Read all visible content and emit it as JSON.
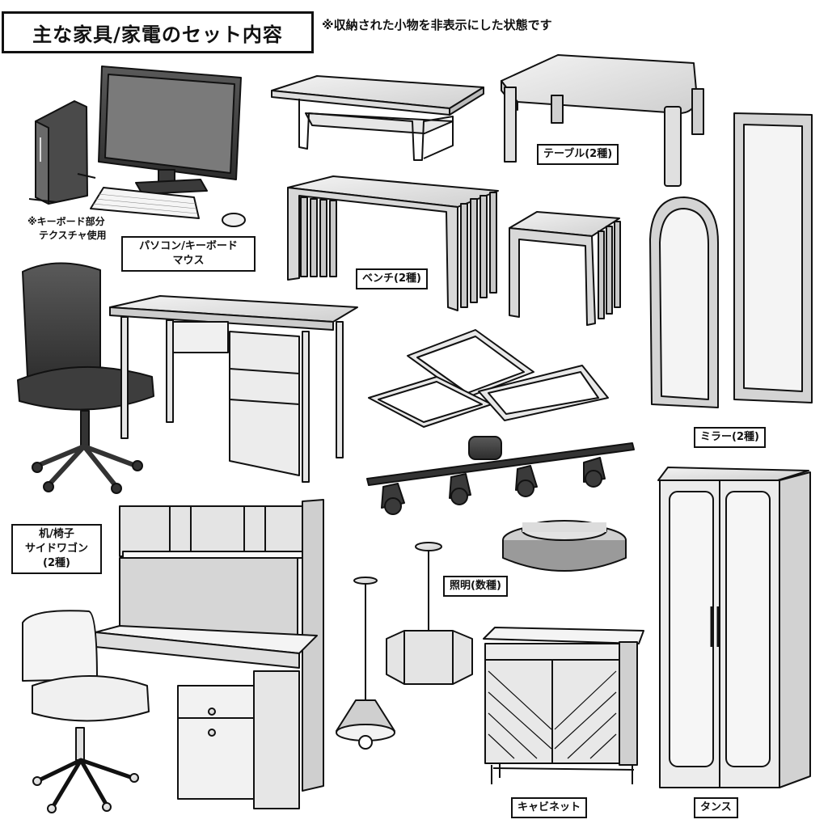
{
  "header": {
    "title": "主な家具/家電のセット内容",
    "note": "※収納された小物を非表示にした状態です"
  },
  "items": {
    "pc": {
      "label_line1": "パソコン/キーボード",
      "label_line2": "マウス",
      "note_line1": "※キーボード部分",
      "note_line2": "テクスチャ使用"
    },
    "table": {
      "label": "テーブル(2種)"
    },
    "bench": {
      "label": "ベンチ(2種)"
    },
    "mirror": {
      "label": "ミラー(2種)"
    },
    "desk": {
      "label_line1": "机/椅子",
      "label_line2": "サイドワゴン",
      "label_line3": "(2種)"
    },
    "lighting": {
      "label": "照明(数種)"
    },
    "cabinet": {
      "label": "キャビネット"
    },
    "wardrobe": {
      "label": "タンス"
    }
  },
  "icons": [
    "computer-tower-icon",
    "monitor-icon",
    "keyboard-icon",
    "mouse-icon",
    "low-table-icon",
    "table-icon",
    "bench-icon",
    "stool-icon",
    "mirror-icon",
    "office-chair-icon",
    "desk-icon",
    "ceiling-light-icon",
    "spotlight-rail-icon",
    "round-light-icon",
    "pendant-light-icon",
    "cabinet-icon",
    "wardrobe-icon"
  ]
}
